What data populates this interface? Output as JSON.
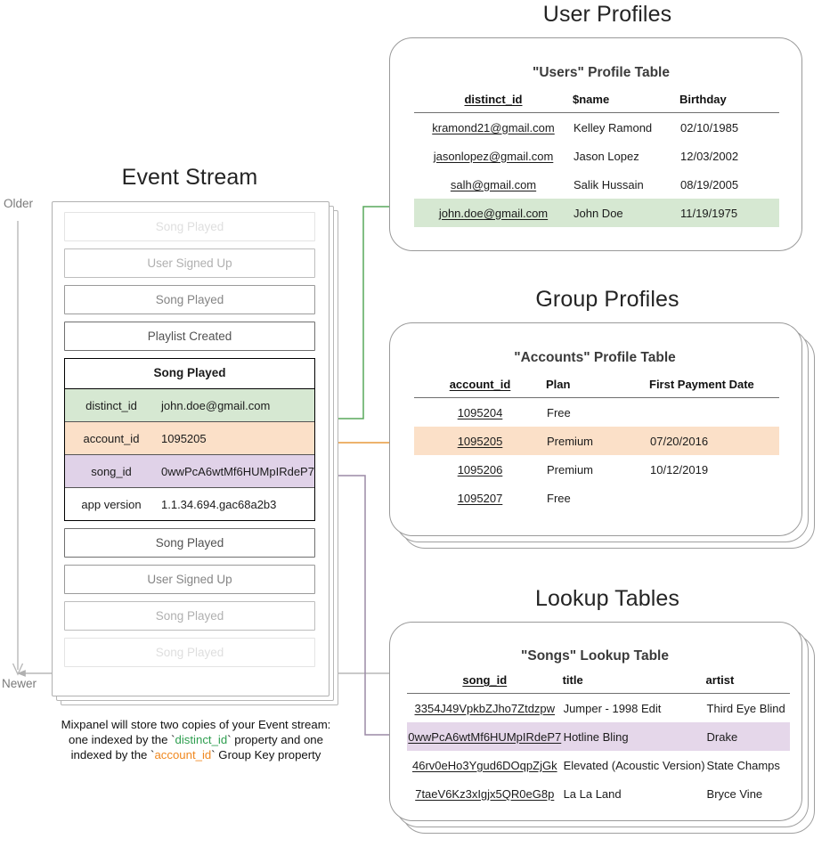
{
  "timeline": {
    "older_label": "Older",
    "newer_label": "Newer"
  },
  "event_stream": {
    "title": "Event Stream",
    "events_before": [
      {
        "name": "Song Played",
        "fade": "fade-15"
      },
      {
        "name": "User Signed Up",
        "fade": "fade-40"
      },
      {
        "name": "Song Played",
        "fade": "fade-62"
      },
      {
        "name": "Playlist Created",
        "fade": "fade-85"
      }
    ],
    "selected_event": {
      "name": "Song Played",
      "properties": [
        {
          "key": "distinct_id",
          "value": "john.doe@gmail.com",
          "highlight": "green"
        },
        {
          "key": "account_id",
          "value": "1095205",
          "highlight": "orange"
        },
        {
          "key": "song_id",
          "value": "0wwPcA6wtMf6HUMpIRdeP7",
          "highlight": "purple"
        },
        {
          "key": "app version",
          "value": "1.1.34.694.gac68a2b3",
          "highlight": "none"
        }
      ]
    },
    "events_after": [
      {
        "name": "Song Played",
        "fade": "fade-85"
      },
      {
        "name": "User Signed Up",
        "fade": "fade-62"
      },
      {
        "name": "Song Played",
        "fade": "fade-40"
      },
      {
        "name": "Song Played",
        "fade": "fade-15"
      }
    ]
  },
  "caption": {
    "line1": "Mixpanel will store two copies of your Event stream:",
    "line2_a": "one indexed by the `",
    "line2_token": "distinct_id",
    "line2_b": "` property and one",
    "line3_a": "indexed by the `",
    "line3_token": "account_id",
    "line3_b": "` Group Key property"
  },
  "sections": {
    "user_profiles": {
      "heading": "User Profiles"
    },
    "group_profiles": {
      "heading": "Group Profiles"
    },
    "lookup_tables": {
      "heading": "Lookup Tables"
    }
  },
  "users_table": {
    "title": "\"Users\" Profile Table",
    "columns": [
      "distinct_id",
      "$name",
      "Birthday"
    ],
    "rows": [
      {
        "cells": [
          "kramond21@gmail.com",
          "Kelley Ramond",
          "02/10/1985"
        ],
        "highlight": "none"
      },
      {
        "cells": [
          "jasonlopez@gmail.com",
          "Jason Lopez",
          "12/03/2002"
        ],
        "highlight": "none"
      },
      {
        "cells": [
          "salh@gmail.com",
          "Salik Hussain",
          "08/19/2005"
        ],
        "highlight": "none"
      },
      {
        "cells": [
          "john.doe@gmail.com",
          "John Doe",
          "11/19/1975"
        ],
        "highlight": "green"
      }
    ]
  },
  "accounts_table": {
    "title": "\"Accounts\" Profile Table",
    "columns": [
      "account_id",
      "Plan",
      "First Payment Date"
    ],
    "rows": [
      {
        "cells": [
          "1095204",
          "Free",
          ""
        ],
        "highlight": "none"
      },
      {
        "cells": [
          "1095205",
          "Premium",
          "07/20/2016"
        ],
        "highlight": "orange"
      },
      {
        "cells": [
          "1095206",
          "Premium",
          "10/12/2019"
        ],
        "highlight": "none"
      },
      {
        "cells": [
          "1095207",
          "Free",
          ""
        ],
        "highlight": "none"
      }
    ]
  },
  "songs_table": {
    "title": "\"Songs\" Lookup Table",
    "columns": [
      "song_id",
      "title",
      "artist"
    ],
    "rows": [
      {
        "cells": [
          "3354J49VpkbZJho7Ztdzpw",
          "Jumper - 1998 Edit",
          "Third Eye Blind"
        ],
        "highlight": "none"
      },
      {
        "cells": [
          "0wwPcA6wtMf6HUMpIRdeP7",
          "Hotline Bling",
          "Drake"
        ],
        "highlight": "purple"
      },
      {
        "cells": [
          "46rv0eHo3Ygud6DOqpZjGk",
          "Elevated (Acoustic Version)",
          "State Champs"
        ],
        "highlight": "none"
      },
      {
        "cells": [
          "7taeV6Kz3xIgjx5QR0eG8p",
          "La La Land",
          "Bryce Vine"
        ],
        "highlight": "none"
      }
    ]
  },
  "colors": {
    "green": "#58a95c",
    "orange": "#e79a3c",
    "purple": "#9b8aa6",
    "green_fill": "#d6e8d2",
    "orange_fill": "#fbe0c8",
    "purple_fill": "#e0d2e8",
    "card_border": "#9a9a9a",
    "timeline": "#b3b3b3"
  }
}
